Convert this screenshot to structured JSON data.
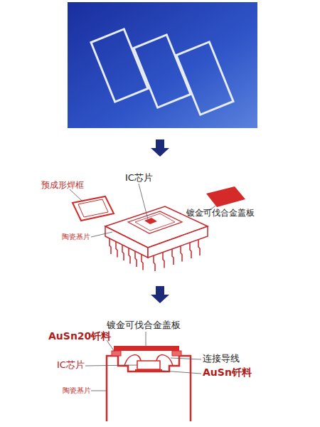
{
  "diagram": {
    "labels": [
      "预成形焊框",
      "IC芯片",
      "镀金可伐合金盖板",
      "陶瓷基片",
      "镀金可伐合金盖板",
      "AuSn20钎料",
      "IC芯片",
      "连接导线",
      "AuSn钎料",
      "陶瓷基片"
    ]
  }
}
